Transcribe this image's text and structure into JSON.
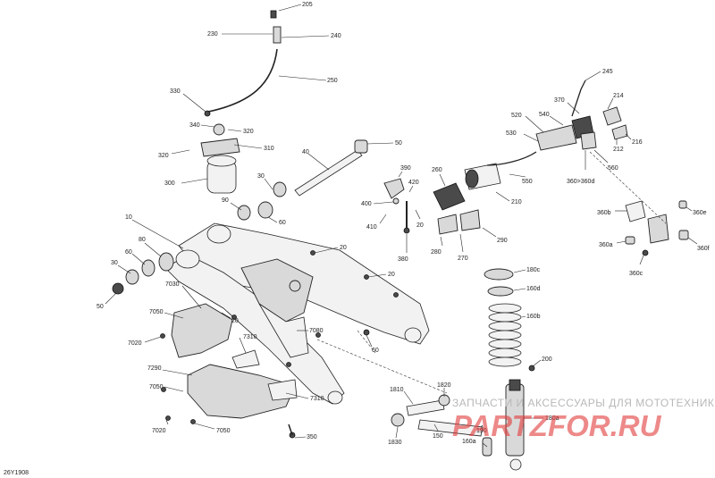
{
  "diagram": {
    "labels": {
      "l205": "205",
      "l230": "230",
      "l240": "240",
      "l250": "250",
      "l330": "330",
      "l340": "340",
      "l320a": "320",
      "l310": "310",
      "l320b": "320",
      "l300": "300",
      "l40": "40",
      "l50a": "50",
      "l30a": "30",
      "l60a": "60",
      "l90": "90",
      "l10": "10",
      "l80": "80",
      "l60b": "60",
      "l30b": "30",
      "l50b": "50",
      "l390": "390",
      "l420": "420",
      "l400": "400",
      "l410": "410",
      "l20a": "20",
      "l380": "380",
      "l260": "260",
      "l210": "210",
      "l290": "290",
      "l280": "280",
      "l270": "270",
      "l20b": "20",
      "l20c": "20",
      "l7030": "7030",
      "l7050a": "7050",
      "l7020a": "7020",
      "l20d": "20",
      "l7310a": "7310",
      "l7080": "7080",
      "l60c": "60",
      "l7290": "7290",
      "l7050b": "7050",
      "l7310b": "7310",
      "l7020b": "7020",
      "l7050c": "7050",
      "l350": "350",
      "l180c": "180c",
      "l160d": "160d",
      "l160b": "160b",
      "l200": "200",
      "l1820": "1820",
      "l1810": "1810",
      "l1830": "1830",
      "l150": "150",
      "l190": "190",
      "l160a": "160a",
      "l180a": "180a",
      "l245": "245",
      "l370": "370",
      "l214": "214",
      "l520": "520",
      "l540": "540",
      "l530": "530",
      "l216": "216",
      "l212": "212",
      "l560": "560",
      "l360": "360>360d",
      "l550": "550",
      "l360b": "360b",
      "l360e": "360e",
      "l360a": "360a",
      "l360f": "360f",
      "l360c": "360c",
      "code": "26Y1908"
    },
    "watermark": {
      "caption": "ЗАПЧАСТИ И АКСЕССУАРЫ ДЛЯ МОТОТЕХНИКИ",
      "brand": "PARTZFOR.RU"
    }
  }
}
